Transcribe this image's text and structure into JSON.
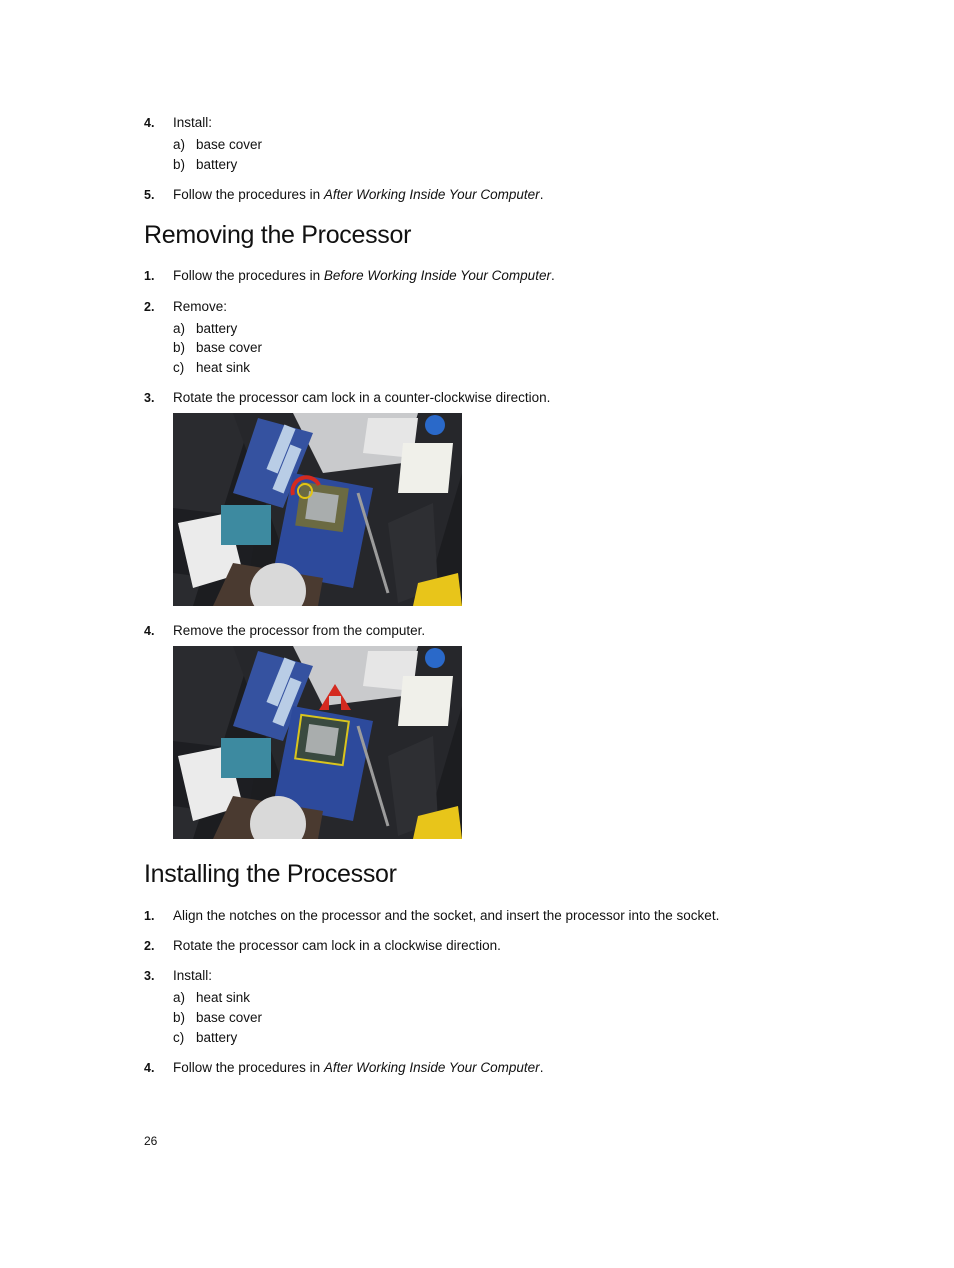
{
  "top": {
    "step4": {
      "num": "4.",
      "text": "Install:"
    },
    "step4_sub": [
      {
        "letter": "a)",
        "text": "base cover"
      },
      {
        "letter": "b)",
        "text": "battery"
      }
    ],
    "step5": {
      "num": "5.",
      "pre": "Follow the procedures in ",
      "em": "After Working Inside Your Computer",
      "post": "."
    }
  },
  "removing": {
    "title": "Removing the Processor",
    "step1": {
      "num": "1.",
      "pre": "Follow the procedures in ",
      "em": "Before Working Inside Your Computer",
      "post": "."
    },
    "step2": {
      "num": "2.",
      "text": "Remove:"
    },
    "step2_sub": [
      {
        "letter": "a)",
        "text": "battery"
      },
      {
        "letter": "b)",
        "text": "base cover"
      },
      {
        "letter": "c)",
        "text": "heat sink"
      }
    ],
    "step3": {
      "num": "3.",
      "text": "Rotate the processor cam lock in a counter-clockwise direction."
    },
    "step4": {
      "num": "4.",
      "text": "Remove the processor from the computer."
    }
  },
  "installing": {
    "title": "Installing the Processor",
    "step1": {
      "num": "1.",
      "text": "Align the notches on the processor and the socket, and insert the processor into the socket."
    },
    "step2": {
      "num": "2.",
      "text": "Rotate the processor cam lock in a clockwise direction."
    },
    "step3": {
      "num": "3.",
      "text": "Install:"
    },
    "step3_sub": [
      {
        "letter": "a)",
        "text": "heat sink"
      },
      {
        "letter": "b)",
        "text": "base cover"
      },
      {
        "letter": "c)",
        "text": "battery"
      }
    ],
    "step4": {
      "num": "4.",
      "pre": "Follow the procedures in ",
      "em": "After Working Inside Your Computer",
      "post": "."
    }
  },
  "footer": {
    "page_number": "26"
  }
}
